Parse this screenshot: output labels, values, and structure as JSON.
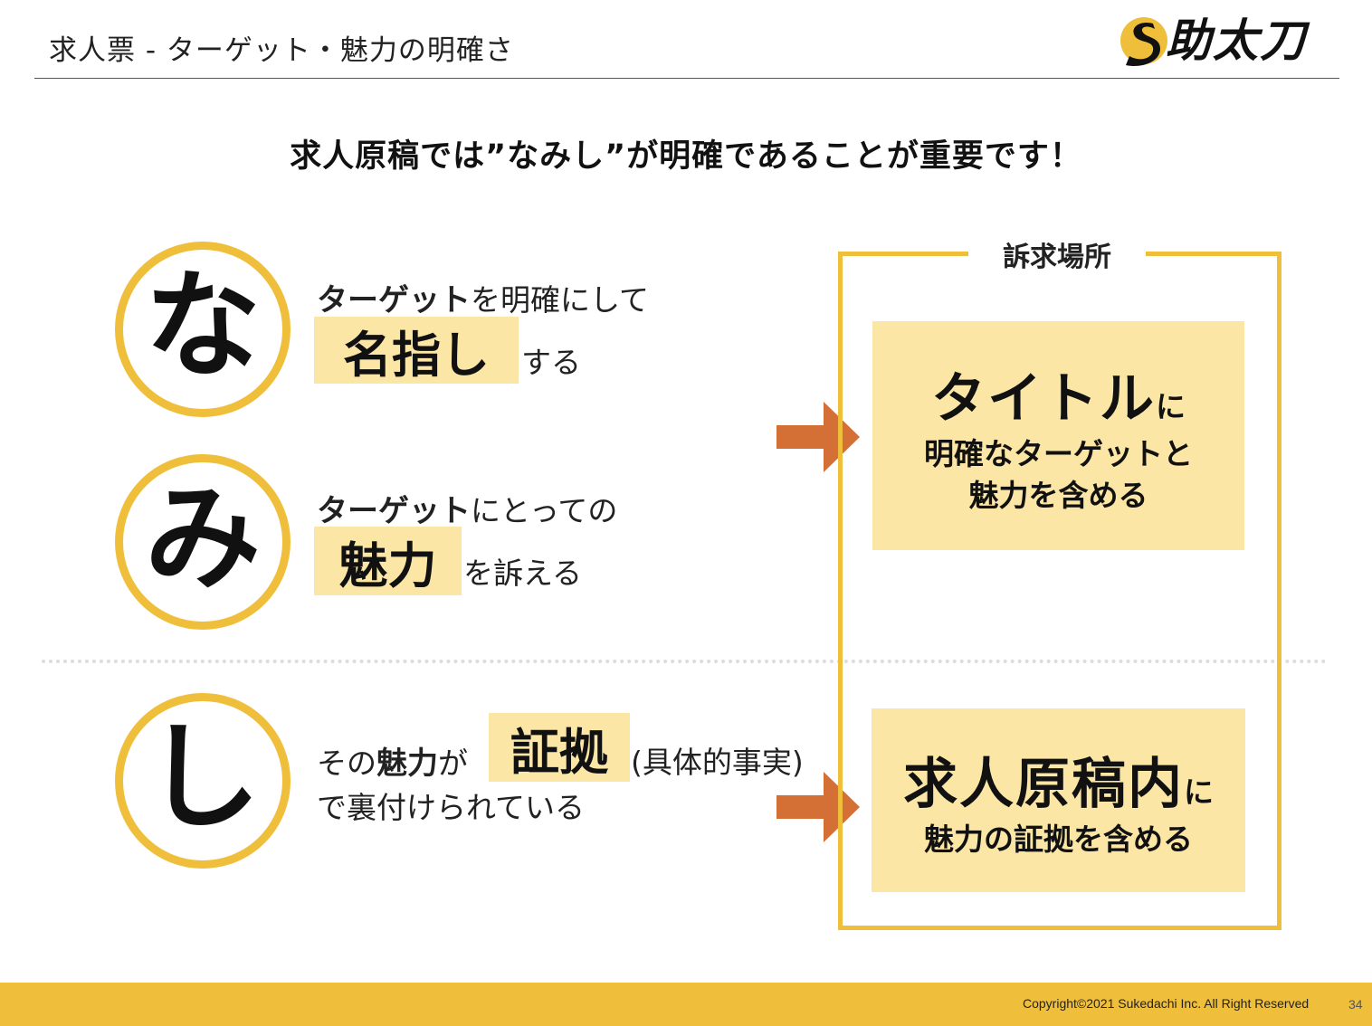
{
  "header": {
    "title": "求人票 - ターゲット・魅力の明確さ",
    "logo_text": "助太刀"
  },
  "headline": "求人原稿では”なみし”が明確であることが重要です！",
  "items": [
    {
      "letter": "な",
      "line1_bold": "ターゲット",
      "line1_rest": "を明確にして",
      "chip": "名指し",
      "line2_rest": "する"
    },
    {
      "letter": "み",
      "line1_bold": "ターゲット",
      "line1_rest": "にとっての",
      "chip": "魅力",
      "line2_rest": "を訴える"
    },
    {
      "letter": "し",
      "line1_pre": "その",
      "line1_bold": "魅力",
      "line1_mid": "が",
      "chip": "証拠",
      "line1_post": "(具体的事実)",
      "line2": "で裏付けられている"
    }
  ],
  "appeal": {
    "label": "訴求場所",
    "box1": {
      "big": "タイトル",
      "tail": "に",
      "line2": "明確なターゲットと",
      "line3": "魅力を含める"
    },
    "box2": {
      "big": "求人原稿内",
      "tail": "に",
      "line2": "魅力の証拠を含める"
    }
  },
  "colors": {
    "accent": "#efbf3c",
    "highlight": "#fbe6a6",
    "arrow": "#d46f35"
  },
  "footer": {
    "copyright": "Copyright©2021 Sukedachi Inc. All Right Reserved",
    "page": "34"
  }
}
